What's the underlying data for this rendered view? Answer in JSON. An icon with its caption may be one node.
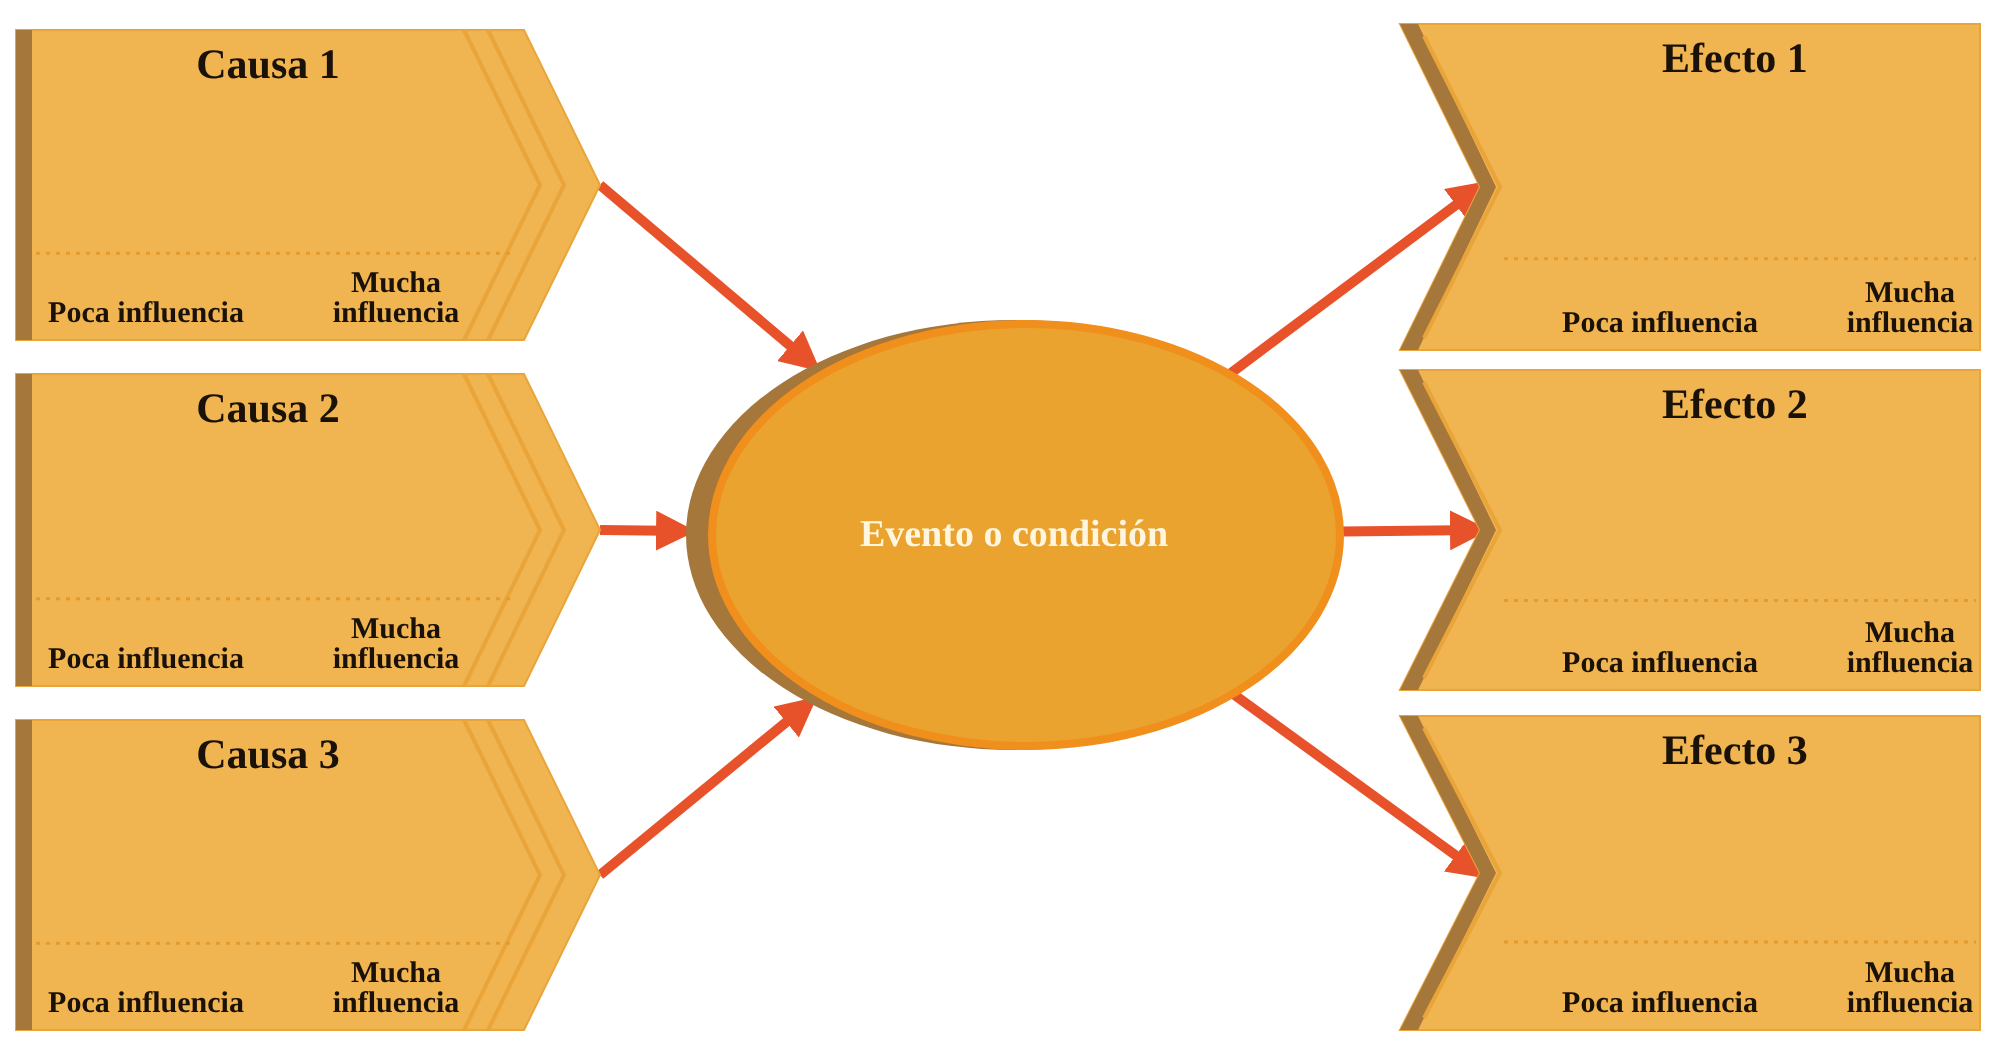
{
  "diagram": {
    "nodes": [
      {
        "text": [
          "Causa 1",
          "Poca influencia",
          "Mucha influencia"
        ]
      },
      {
        "text": [
          "Causa 2",
          "Poca influencia",
          "Mucha influencia"
        ]
      },
      {
        "text": [
          "Causa 3",
          "Poca influencia",
          "Mucha influencia"
        ]
      },
      {
        "text": [
          "Evento o condición"
        ]
      },
      {
        "text": [
          "Efecto 1",
          "Poca influencia",
          "Mucha influencia"
        ]
      },
      {
        "text": [
          "Efecto 2",
          "Poca influencia",
          "Mucha influencia"
        ]
      },
      {
        "text": [
          "Efecto 3",
          "Poca influencia",
          "Mucha influencia"
        ]
      }
    ],
    "edges": [
      {
        "from": 0,
        "to": 3,
        "arrow": "to"
      },
      {
        "from": 1,
        "to": 3,
        "arrow": "to"
      },
      {
        "from": 2,
        "to": 3,
        "arrow": "to"
      },
      {
        "from": 3,
        "to": 4,
        "arrow": "to"
      },
      {
        "from": 3,
        "to": 5,
        "arrow": "to"
      },
      {
        "from": 3,
        "to": 6,
        "arrow": "to"
      }
    ]
  }
}
